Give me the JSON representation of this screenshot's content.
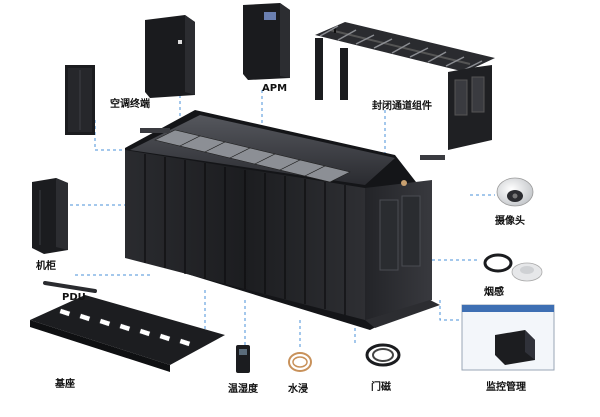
{
  "labels": {
    "ac_terminal": "空调终端",
    "apm": "APM",
    "aisle_kit": "封闭通道组件",
    "camera": "摄像头",
    "rack": "机柜",
    "smoke": "烟感",
    "pdu": "PDU",
    "base": "基座",
    "temp_humidity": "温湿度",
    "water": "水浸",
    "door_sensor": "门磁",
    "monitoring": "监控管理"
  },
  "colors": {
    "connector": "#4a90d9",
    "cabinet_dark": "#1e1f22",
    "cabinet_mid": "#2c2d31",
    "cabinet_light": "#3a3c41"
  }
}
